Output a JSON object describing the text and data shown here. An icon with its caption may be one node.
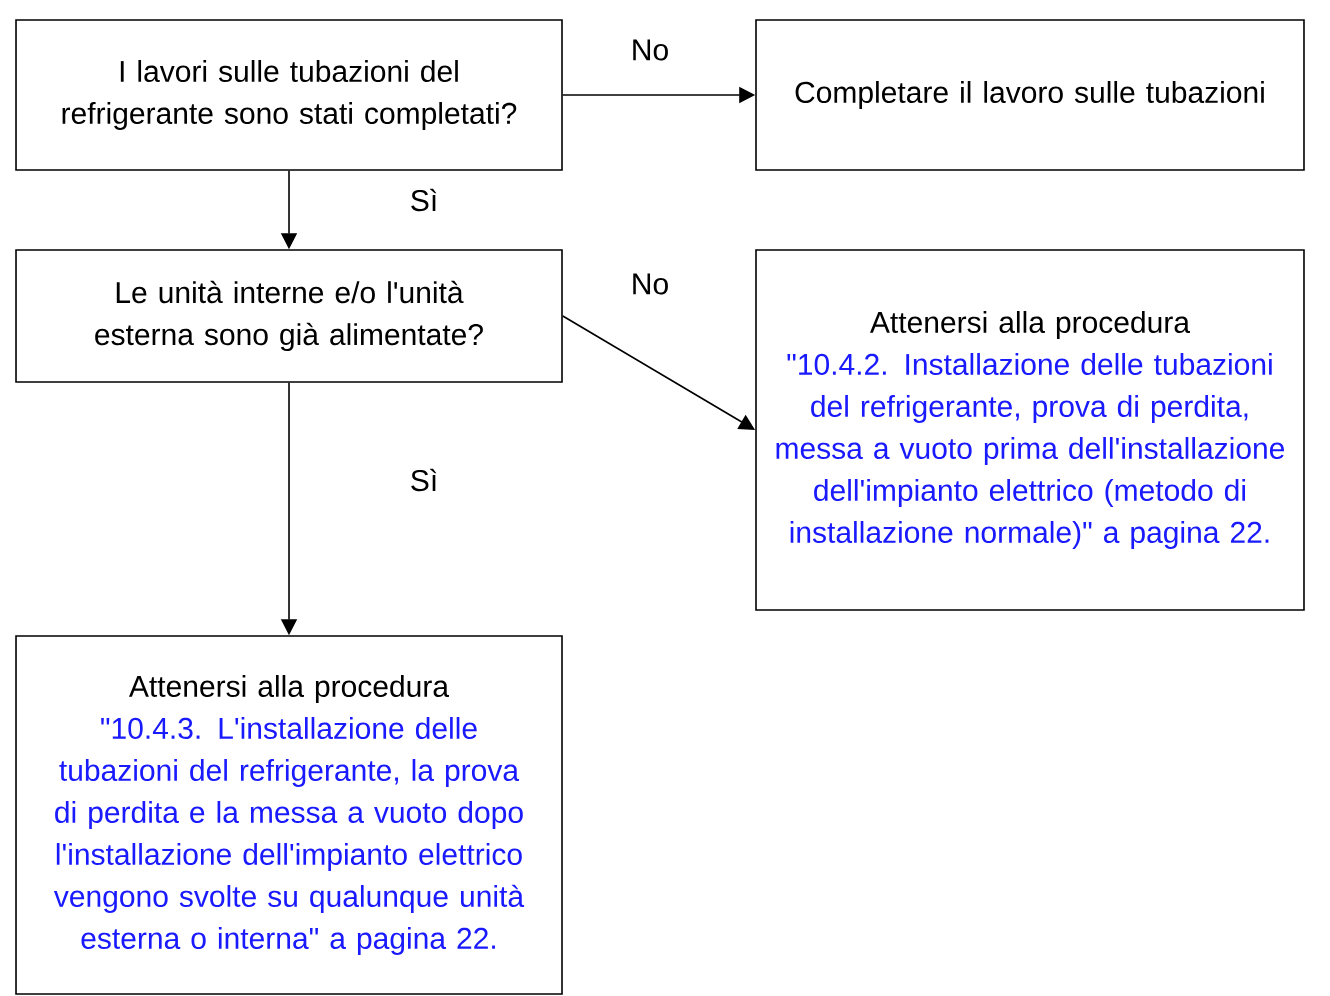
{
  "diagram": {
    "nodes": [
      {
        "text": [
          "I lavori sulle tubazioni del refrigerante sono stati completati?"
        ]
      },
      {
        "text": [
          "Completare il lavoro sulle tubazioni"
        ]
      },
      {
        "text": [
          "Le unità interne e/o l'unità esterna sono già alimentate?"
        ]
      },
      {
        "text": [
          "Attenersi alla procedura",
          "\"10.4.2. Installazione delle tubazioni del refrigerante, prova di perdita, messa a vuoto prima dell'installazione dell'impianto elettrico (metodo di installazione normale)\" a pagina 22."
        ]
      },
      {
        "text": [
          "Attenersi alla procedura",
          "\"10.4.3. L'installazione delle tubazioni del refrigerante, la prova di perdita e la messa a vuoto dopo l'installazione dell'impianto elettrico vengono svolte su qualunque unità esterna o interna\" a pagina 22."
        ]
      }
    ],
    "edges": [
      {
        "from": 0,
        "to": 1,
        "arrow": "to",
        "label": "No"
      },
      {
        "from": 0,
        "to": 2,
        "arrow": "to",
        "label": "Sì"
      },
      {
        "from": 2,
        "to": 3,
        "arrow": "to",
        "label": "No"
      },
      {
        "from": 2,
        "to": 4,
        "arrow": "to",
        "label": "Sì"
      }
    ]
  }
}
